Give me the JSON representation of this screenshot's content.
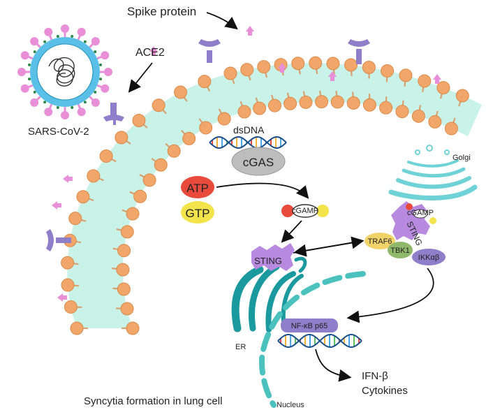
{
  "labels": {
    "spike_protein": "Spike protein",
    "ace2": "ACE2",
    "virus": "SARS-CoV-2",
    "dsdna_top": "dsDNA",
    "cgas": "cGAS",
    "atp": "ATP",
    "gtp": "GTP",
    "cgamp": "cGAMP",
    "cgamp_golgi": "cGAMP",
    "sting_er": "STING",
    "sting_golgi": "STING",
    "golgi": "Golgi",
    "traf6": "TRAF6",
    "tbk1": "TBK1",
    "ikk": "IKKαβ",
    "nfkb": "NF-κB p65",
    "er": "ER",
    "nucleus": "Nucleus",
    "ifn": "IFN-β",
    "cytokines": "Cytokines",
    "caption": "Syncytia formation in lung cell"
  },
  "colors": {
    "membrane_fill": "#c9f3e8",
    "lipid_head": "#f2a66a",
    "lipid_head_stroke": "#d98a48",
    "lipid_tail": "#d9a070",
    "spike": "#e88fd8",
    "ace2": "#8d7fc9",
    "virus_ring": "#5bc0e8",
    "er_teal": "#1a9a9e",
    "atp": "#e84a3c",
    "gtp": "#f2e44a",
    "cgas": "#bdbdbd",
    "sting": "#b78ae0",
    "traf6": "#f2d36a",
    "tbk1": "#8fb86a",
    "ikk": "#8d7fc9",
    "nfkb": "#8d7fc9"
  }
}
